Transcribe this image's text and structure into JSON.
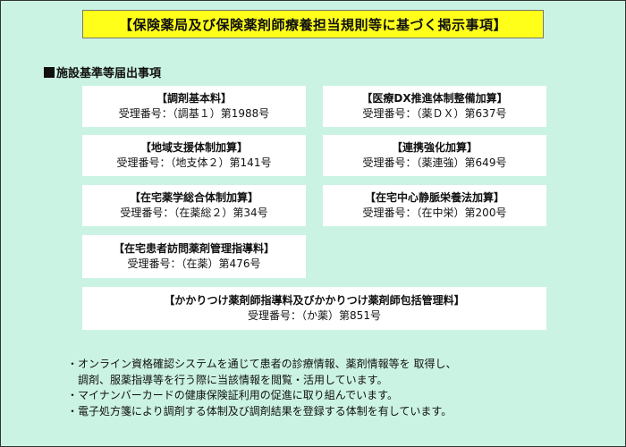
{
  "title": "【保険薬局及び保険薬剤師療養担当規則等に基づく掲示事項】",
  "section": {
    "marker": "■",
    "heading": "施設基準等届出事項"
  },
  "cards": [
    {
      "title": "【調剤基本料】",
      "sub": "受理番号：（調基１）第1988号"
    },
    {
      "title": "【医療DX推進体制整備加算】",
      "sub": "受理番号：（薬ＤＸ）第637号"
    },
    {
      "title": "【地域支援体制加算】",
      "sub": "受理番号：（地支体２）第141号"
    },
    {
      "title": "【連携強化加算】",
      "sub": "受理番号：（薬連強）第649号"
    },
    {
      "title": "【在宅薬学総合体制加算】",
      "sub": "受理番号：（在薬総２）第34号"
    },
    {
      "title": "【在宅中心静脈栄養法加算】",
      "sub": "受理番号：（在中栄）第200号"
    },
    {
      "title": "【在宅患者訪問薬剤管理指導料】",
      "sub": "受理番号：（在薬）第476号"
    },
    {
      "title": "【かかりつけ薬剤師指導料及びかかりつけ薬剤師包括管理料】",
      "sub": "受理番号：（か薬）第851号"
    }
  ],
  "notes": {
    "bullet": "・",
    "items": [
      "オンライン資格確認システムを通じて患者の診療情報、薬剤情報等を 取得し、\n調剤、服薬指導等を行う際に当該情報を閲覧・活用しています。",
      "マイナンバーカードの健康保険証利用の促進に取り組んでいます。",
      "電子処方箋により調剤する体制及び調剤結果を登録する体制を有しています。"
    ]
  }
}
